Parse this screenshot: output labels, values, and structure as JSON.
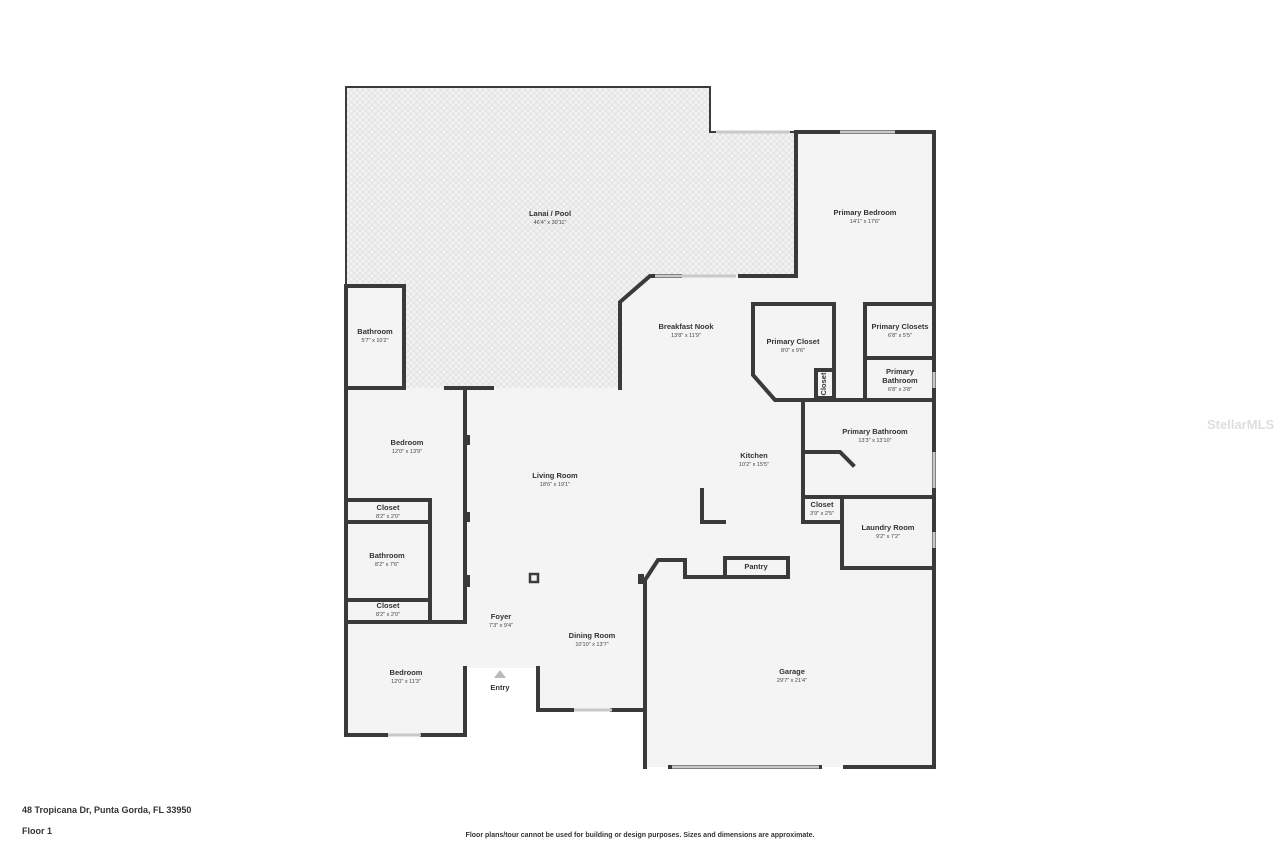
{
  "plan": {
    "rooms": [
      {
        "name": "Lanai / Pool",
        "dim": "46'4\" x 30'11\""
      },
      {
        "name": "Primary Bedroom",
        "dim": "14'1\" x 17'6\""
      },
      {
        "name": "Breakfast Nook",
        "dim": "13'8\" x 11'9\""
      },
      {
        "name": "Primary Closet",
        "dim": "8'0\" x 9'6\""
      },
      {
        "name": "Primary Closets",
        "dim": "6'8\" x 5'5\""
      },
      {
        "name": "Primary",
        "dim": ""
      },
      {
        "name": "Bathroom",
        "dim": "6'8\" x 3'8\""
      },
      {
        "name": "Closet",
        "dim": ""
      },
      {
        "name": "Bathroom",
        "dim": "5'7\" x 10'2\""
      },
      {
        "name": "Primary Bathroom",
        "dim": "13'3\" x 13'10\""
      },
      {
        "name": "Bedroom",
        "dim": "12'0\" x 13'9\""
      },
      {
        "name": "Kitchen",
        "dim": "10'2\" x 15'5\""
      },
      {
        "name": "Living Room",
        "dim": "18'6\" x 19'1\""
      },
      {
        "name": "Closet",
        "dim": "8'2\" x 2'0\""
      },
      {
        "name": "Closet",
        "dim": "3'9\" x 2'5\""
      },
      {
        "name": "Laundry Room",
        "dim": "9'2\" x 7'2\""
      },
      {
        "name": "Bathroom",
        "dim": "8'2\" x 7'6\""
      },
      {
        "name": "Pantry",
        "dim": ""
      },
      {
        "name": "Closet",
        "dim": "8'2\" x 2'0\""
      },
      {
        "name": "Foyer",
        "dim": "7'3\" x 9'4\""
      },
      {
        "name": "Dining Room",
        "dim": "10'10\" x 13'7\""
      },
      {
        "name": "Garage",
        "dim": "29'7\" x 21'4\""
      },
      {
        "name": "Bedroom",
        "dim": "12'0\" x 11'3\""
      },
      {
        "name": "Entry",
        "dim": ""
      }
    ]
  },
  "footer": {
    "address": "48 Tropicana Dr, Punta Gorda, FL 33950",
    "floor": "Floor 1",
    "disclaimer": "Floor plans/tour cannot be used for building or design purposes. Sizes and dimensions are approximate."
  },
  "watermark": "StellarMLS"
}
